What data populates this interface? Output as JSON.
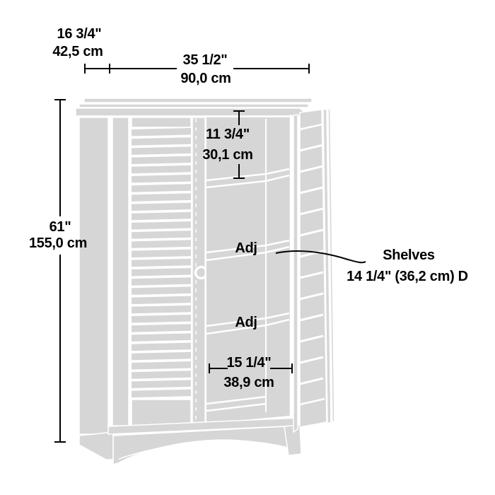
{
  "diagram_type": "cabinet-dimension-drawing",
  "dimensions": {
    "depth": {
      "imperial": "16 3/4\"",
      "metric": "42,5 cm"
    },
    "width": {
      "imperial": "35 1/2\"",
      "metric": "90,0 cm"
    },
    "height": {
      "imperial": "61\"",
      "metric": "155,0 cm"
    },
    "top_compartment": {
      "imperial": "11 3/4\"",
      "metric": "30,1 cm"
    },
    "interior_width": {
      "imperial": "15 1/4\"",
      "metric": "38,9 cm"
    }
  },
  "annotations": {
    "adj_shelf_upper": "Adj",
    "adj_shelf_lower": "Adj",
    "shelves_note_line1": "Shelves",
    "shelves_note_line2": "14 1/4\" (36,2 cm) D"
  },
  "colors": {
    "cabinet_fill": "#d5d6d5",
    "separator_line": "#ffffff",
    "dimension_color": "#000000",
    "background": "#ffffff"
  }
}
